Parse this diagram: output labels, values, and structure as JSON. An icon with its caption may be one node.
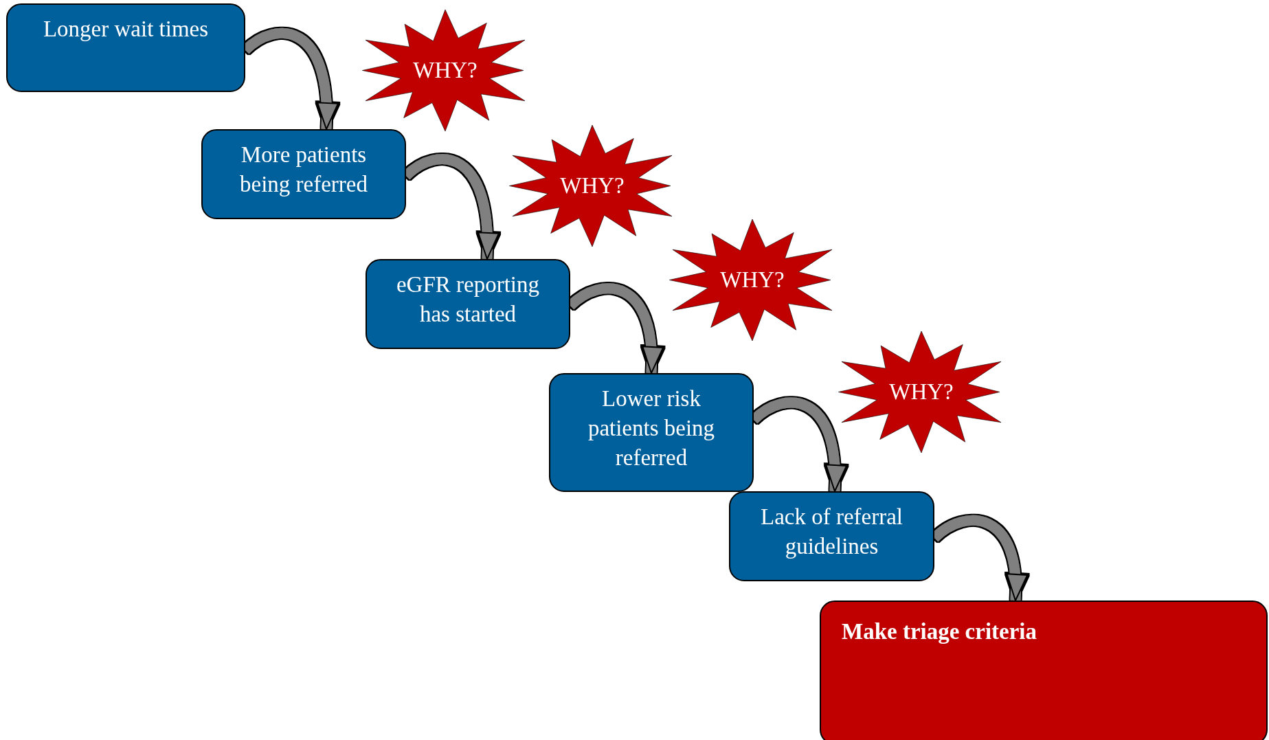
{
  "diagram": {
    "nodes": [
      {
        "text": [
          "Longer wait times"
        ]
      },
      {
        "text": [
          "WHY?"
        ]
      },
      {
        "text": [
          "More patients being referred"
        ]
      },
      {
        "text": [
          "WHY?"
        ]
      },
      {
        "text": [
          "eGFR reporting has started"
        ]
      },
      {
        "text": [
          "WHY?"
        ]
      },
      {
        "text": [
          "Lower risk patients being referred"
        ]
      },
      {
        "text": [
          "WHY?"
        ]
      },
      {
        "text": [
          "Lack of referral guidelines"
        ]
      },
      {
        "text": [
          "Make triage criteria"
        ]
      }
    ],
    "edges": [
      {
        "from": 0,
        "to": 2,
        "arrow": "to"
      },
      {
        "from": 2,
        "to": 4,
        "arrow": "to"
      },
      {
        "from": 4,
        "to": 6,
        "arrow": "to"
      },
      {
        "from": 6,
        "to": 8,
        "arrow": "to"
      },
      {
        "from": 8,
        "to": 9,
        "arrow": "to"
      }
    ]
  }
}
